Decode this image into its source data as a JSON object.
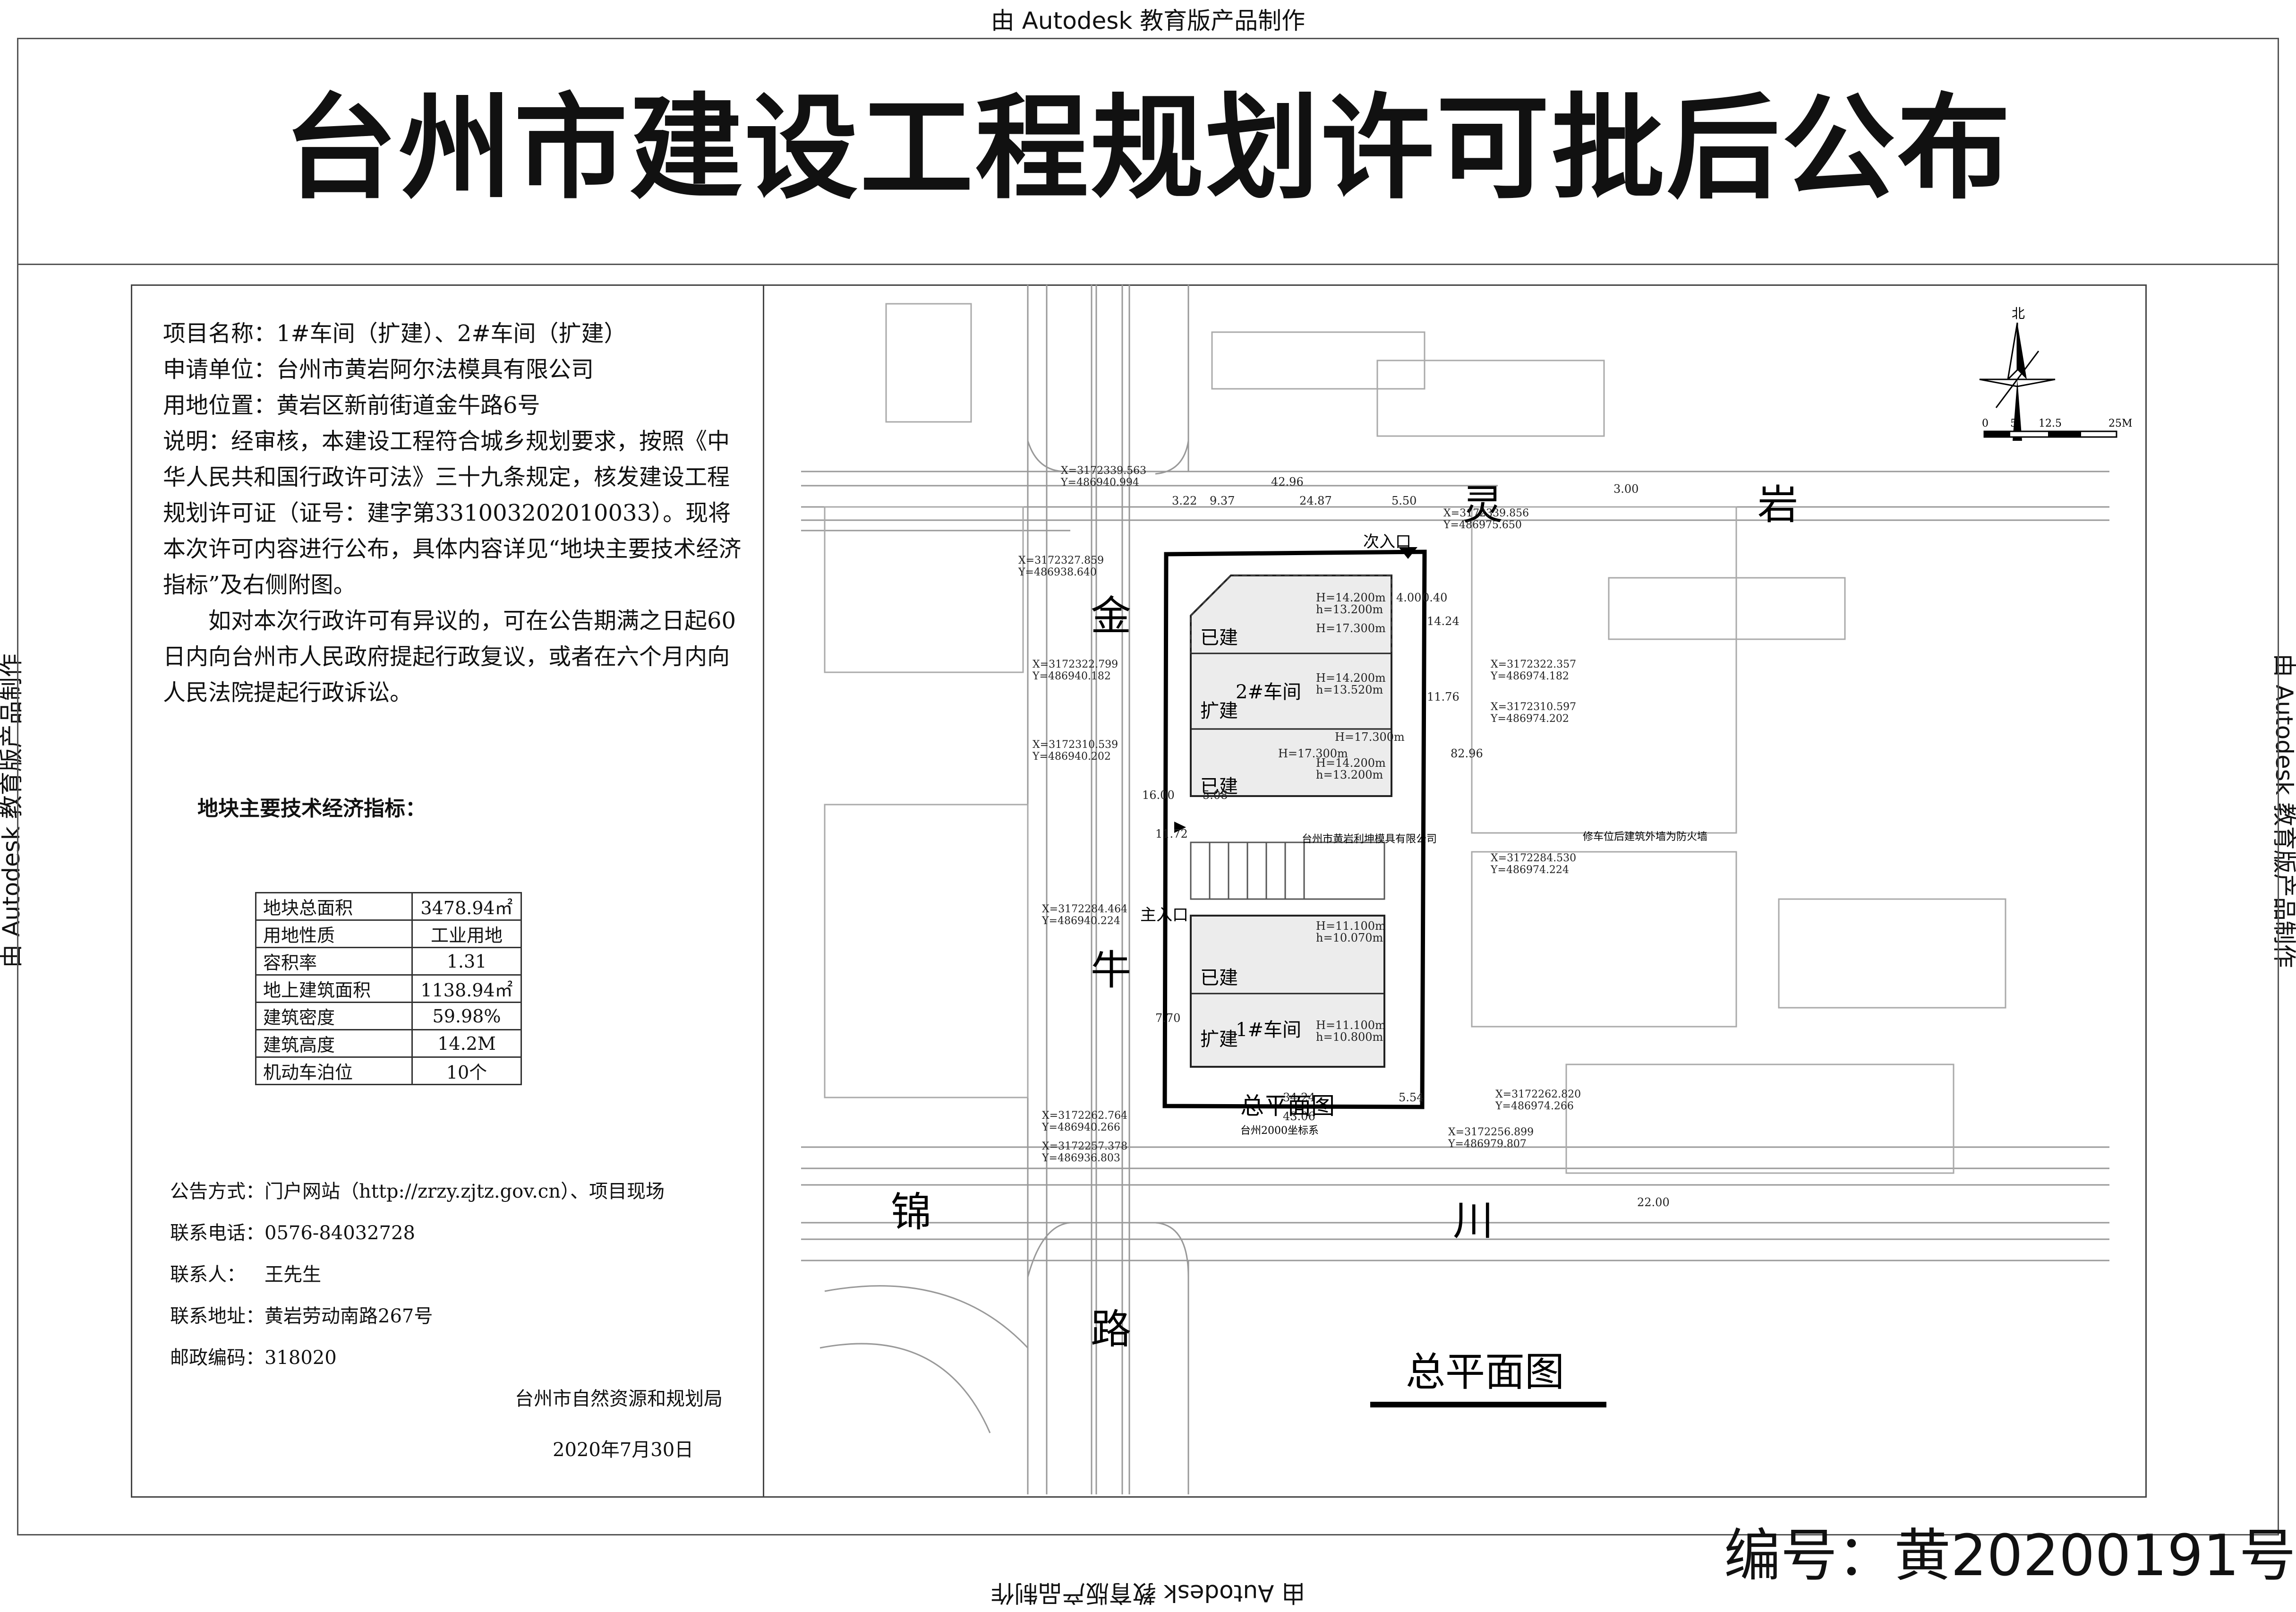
{
  "watermark": "由 Autodesk 教育版产品制作",
  "title": "台州市建设工程规划许可批后公布",
  "info": {
    "project_label": "项目名称：",
    "project": "1#车间（扩建）、2#车间（扩建）",
    "applicant_label": "申请单位：",
    "applicant": "台州市黄岩阿尔法模具有限公司",
    "location_label": "用地位置：",
    "location": "黄岩区新前街道金牛路6号",
    "desc_label": "说明：",
    "desc": "经审核，本建设工程符合城乡规划要求，按照《中华人民共和国行政许可法》三十九条规定，核发建设工程规划许可证（证号：建字第331003202010033）。现将本次许可内容进行公布，具体内容详见“地块主要技术经济指标”及右侧附图。",
    "objection": "如对本次行政许可有异议的，可在公告期满之日起60日内向台州市人民政府提起行政复议，或者在六个月内向人民法院提起行政诉讼。"
  },
  "indicators": {
    "title": "地块主要技术经济指标：",
    "rows": [
      {
        "k": "地块总面积",
        "v": "3478.94㎡"
      },
      {
        "k": "用地性质",
        "v": "工业用地"
      },
      {
        "k": "容积率",
        "v": "1.31"
      },
      {
        "k": "地上建筑面积",
        "v": "1138.94㎡"
      },
      {
        "k": "建筑密度",
        "v": "59.98%"
      },
      {
        "k": "建筑高度",
        "v": "14.2M"
      },
      {
        "k": "机动车泊位",
        "v": "10个"
      }
    ]
  },
  "contact": {
    "method_label": "公告方式：",
    "method": "门户网站（http://zrzy.zjtz.gov.cn）、项目现场",
    "phone_label": "联系电话：",
    "phone": "0576-84032728",
    "person_label": "联系人：",
    "person": "王先生",
    "address_label": "联系地址：",
    "address": "黄岩劳动南路267号",
    "zip_label": "邮政编码：",
    "zip": "318020"
  },
  "issuer": "台州市自然资源和规划局",
  "date": "2020年7月30日",
  "number": "编号：黄20200191号",
  "map": {
    "road_ling": "灵",
    "road_yan": "岩",
    "road_jin": "金",
    "road_niu": "牛",
    "road_jin2": "锦",
    "road_chuan": "川",
    "road_lu": "路",
    "plan_title": "总平面图",
    "plan_title_small": "总平面图",
    "scale_label": "台州2000坐标系",
    "north": "北",
    "scale_ticks": [
      "0",
      "5",
      "12.5",
      "25M"
    ],
    "bld2_name": "2#车间",
    "bld1_name": "1#车间",
    "existing": "已建",
    "expansion": "扩建",
    "main_gate": "主入口",
    "side_gate": "次入口",
    "dims": [
      "42.96",
      "24.87",
      "5.50",
      "9.37",
      "3.22",
      "43.06",
      "34.24",
      "5.54",
      "16.00",
      "5.08",
      "82.96",
      "14.24",
      "11.76",
      "11.72",
      "7.70",
      "22.00",
      "3.00",
      "4.00",
      "0.40"
    ],
    "heights": [
      "H=14.200m",
      "h=13.200m",
      "H=17.300m",
      "H=14.200m",
      "h=13.520m",
      "H=17.300m",
      "H=17.300m",
      "H=14.200m",
      "h=13.200m",
      "H=11.100m",
      "h=10.070m",
      "H=11.100m",
      "h=10.800m"
    ],
    "coords": [
      "X=3172339.563",
      "Y=486940.994",
      "X=3172339.856",
      "Y=486975.650",
      "X=3172327.859",
      "Y=486938.640",
      "X=3172322.357",
      "Y=486974.182",
      "X=3172322.799",
      "Y=486940.182",
      "X=3172310.597",
      "Y=486974.202",
      "X=3172310.539",
      "Y=486940.202",
      "X=3172284.530",
      "Y=486974.224",
      "X=3172284.464",
      "Y=486940.224",
      "X=3172262.820",
      "Y=486974.266",
      "X=3172262.764",
      "Y=486940.266",
      "X=3172257.378",
      "Y=486936.803",
      "X=3172256.899",
      "Y=486979.807"
    ],
    "neighbor": "台州市黄岩利坤模具有限公司",
    "firewall_note": "修车位后建筑外墙为防火墙"
  }
}
